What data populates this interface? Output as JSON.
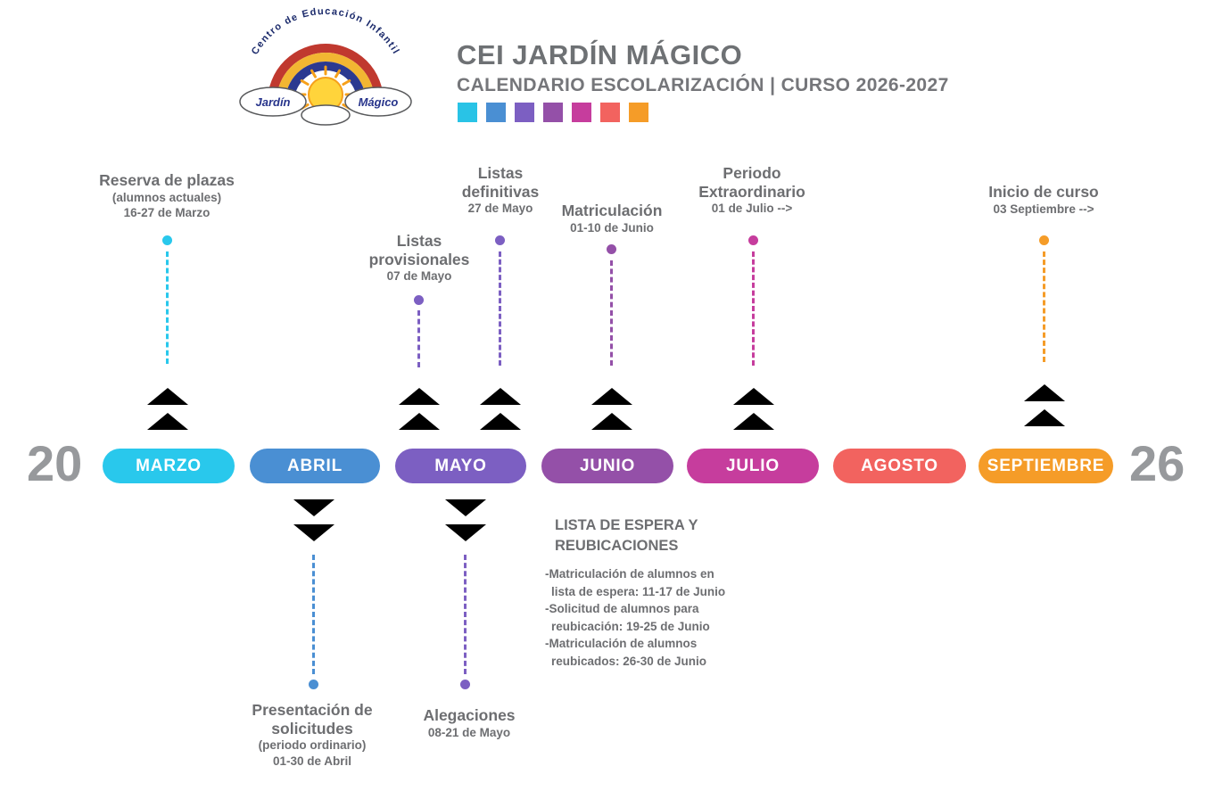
{
  "logo": {
    "arc_text": "Centro de Educación Infantil",
    "cloud_left": "Jardín",
    "cloud_right": "Mágico"
  },
  "header": {
    "title": "CEI JARDÍN MÁGICO",
    "subtitle": "CALENDARIO ESCOLARIZACIÓN | CURSO 2026-2027"
  },
  "palette": {
    "swatches": [
      "#29C3E6",
      "#4A8FD3",
      "#7C5FC2",
      "#9450A8",
      "#C63D9D",
      "#F2635F",
      "#F59C28"
    ]
  },
  "timeline": {
    "year_start": "20",
    "year_end": "26",
    "months": [
      {
        "label": "MARZO",
        "color": "#29C8EC"
      },
      {
        "label": "ABRIL",
        "color": "#4A8FD3"
      },
      {
        "label": "MAYO",
        "color": "#7C5FC2"
      },
      {
        "label": "JUNIO",
        "color": "#9450A8"
      },
      {
        "label": "JULIO",
        "color": "#C63D9D"
      },
      {
        "label": "AGOSTO",
        "color": "#F2635F"
      },
      {
        "label": "SEPTIEMBRE",
        "color": "#F59C28"
      }
    ]
  },
  "events_above": [
    {
      "title": "Reserva de plazas",
      "note": "(alumnos actuales)",
      "date": "16-27 de Marzo",
      "color": "#29C8EC"
    },
    {
      "title": "Listas provisionales",
      "date": "07 de Mayo",
      "color": "#7C5FC2"
    },
    {
      "title": "Listas definitivas",
      "date": "27 de Mayo",
      "color": "#7C5FC2"
    },
    {
      "title": "Matriculación",
      "date": "01-10 de Junio",
      "color": "#9450A8"
    },
    {
      "title": "Periodo Extraordinario",
      "date": "01 de Julio -->",
      "color": "#C63D9D"
    },
    {
      "title": "Inicio de curso",
      "date": "03 Septiembre -->",
      "color": "#F59C28"
    }
  ],
  "events_below": [
    {
      "title": "Presentación de solicitudes",
      "note": "(periodo ordinario)",
      "date": "01-30 de Abril",
      "color": "#4A8FD3"
    },
    {
      "title": "Alegaciones",
      "date": "08-21 de Mayo",
      "color": "#7C5FC2"
    }
  ],
  "waitlist": {
    "title": "LISTA DE ESPERA Y\nREUBICACIONES",
    "items": [
      "-Matriculación de alumnos en\nlista de espera: 11-17 de Junio",
      "-Solicitud de alumnos para\nreubicación: 19-25 de Junio",
      "-Matriculación de alumnos\nreubicados: 26-30 de Junio"
    ]
  }
}
